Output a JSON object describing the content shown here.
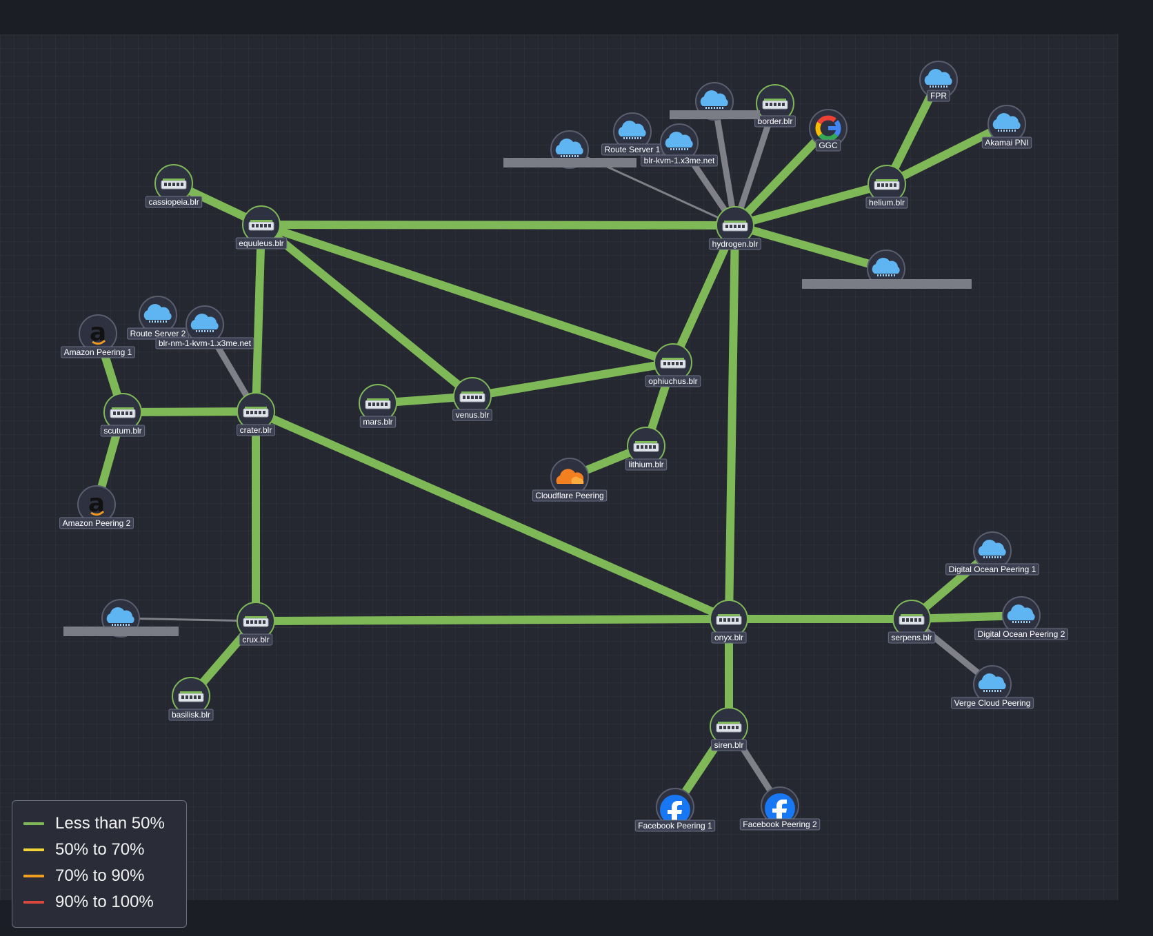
{
  "colors": {
    "background": "#1c1e26",
    "canvas": "#252731",
    "link_green": "#7fb957",
    "link_gray": "#7f8088",
    "node_fill": "#2e3140",
    "node_ring_green": "#7fb957",
    "node_ring_gray": "#5a5e6e",
    "label_bg": "#3c4051",
    "cloud": "#5fb4f2"
  },
  "nodes": {
    "cassiopeia": {
      "label": "cassiopeia.blr",
      "icon": "router-icon"
    },
    "equuleus": {
      "label": "equuleus.blr",
      "icon": "router-icon"
    },
    "hydrogen": {
      "label": "hydrogen.blr",
      "icon": "router-icon"
    },
    "border": {
      "label": "border.blr",
      "icon": "router-icon"
    },
    "cloud_redacted_top": {
      "label": "",
      "icon": "cloud-icon"
    },
    "route_server_1": {
      "label": "Route Server 1",
      "icon": "cloud-icon"
    },
    "blr_kvm": {
      "label": "blr-kvm-1.x3me.net",
      "icon": "cloud-icon"
    },
    "cloud_redacted_left": {
      "label": "",
      "icon": "cloud-icon"
    },
    "ggc": {
      "label": "GGC",
      "icon": "google-icon"
    },
    "fpr": {
      "label": "FPR",
      "icon": "cloud-icon"
    },
    "akamai": {
      "label": "Akamai PNI",
      "icon": "cloud-icon"
    },
    "helium": {
      "label": "helium.blr",
      "icon": "router-icon"
    },
    "cloud_redacted_right": {
      "label": "",
      "icon": "cloud-icon"
    },
    "amazon_1": {
      "label": "Amazon Peering 1",
      "icon": "amazon-icon"
    },
    "route_server_2": {
      "label": "Route Server 2",
      "icon": "cloud-icon"
    },
    "blr_nm": {
      "label": "blr-nm-1-kvm-1.x3me.net",
      "icon": "cloud-icon"
    },
    "scutum": {
      "label": "scutum.blr",
      "icon": "router-icon"
    },
    "crater": {
      "label": "crater.blr",
      "icon": "router-icon"
    },
    "mars": {
      "label": "mars.blr",
      "icon": "router-icon"
    },
    "venus": {
      "label": "venus.blr",
      "icon": "router-icon"
    },
    "ophiuchus": {
      "label": "ophiuchus.blr",
      "icon": "router-icon"
    },
    "lithium": {
      "label": "lithium.blr",
      "icon": "router-icon"
    },
    "cloudflare": {
      "label": "Cloudflare Peering",
      "icon": "cloudflare-icon"
    },
    "amazon_2": {
      "label": "Amazon Peering 2",
      "icon": "amazon-icon"
    },
    "cloud_redacted_bottom": {
      "label": "",
      "icon": "cloud-icon"
    },
    "crux": {
      "label": "crux.blr",
      "icon": "router-icon"
    },
    "basilisk": {
      "label": "basilisk.blr",
      "icon": "router-icon"
    },
    "onyx": {
      "label": "onyx.blr",
      "icon": "router-icon"
    },
    "serpens": {
      "label": "serpens.blr",
      "icon": "router-icon"
    },
    "do_1": {
      "label": "Digital Ocean Peering 1",
      "icon": "cloud-icon"
    },
    "do_2": {
      "label": "Digital Ocean Peering 2",
      "icon": "cloud-icon"
    },
    "verge": {
      "label": "Verge Cloud Peering",
      "icon": "cloud-icon"
    },
    "siren": {
      "label": "siren.blr",
      "icon": "router-icon"
    },
    "fb_1": {
      "label": "Facebook Peering 1",
      "icon": "facebook-icon"
    },
    "fb_2": {
      "label": "Facebook Peering 2",
      "icon": "facebook-icon"
    }
  },
  "links": [
    {
      "a": "cassiopeia",
      "b": "equuleus",
      "util": "green"
    },
    {
      "a": "equuleus",
      "b": "hydrogen",
      "util": "green"
    },
    {
      "a": "equuleus",
      "b": "crater",
      "util": "green"
    },
    {
      "a": "equuleus",
      "b": "venus",
      "util": "green"
    },
    {
      "a": "equuleus",
      "b": "ophiuchus",
      "util": "green"
    },
    {
      "a": "hydrogen",
      "b": "cloud_redacted_left",
      "util": "gray-thin"
    },
    {
      "a": "hydrogen",
      "b": "blr_kvm",
      "util": "gray"
    },
    {
      "a": "hydrogen",
      "b": "cloud_redacted_top",
      "util": "gray"
    },
    {
      "a": "hydrogen",
      "b": "border",
      "util": "gray"
    },
    {
      "a": "hydrogen",
      "b": "ggc",
      "util": "green"
    },
    {
      "a": "hydrogen",
      "b": "helium",
      "util": "green"
    },
    {
      "a": "hydrogen",
      "b": "cloud_redacted_right",
      "util": "green"
    },
    {
      "a": "hydrogen",
      "b": "ophiuchus",
      "util": "green"
    },
    {
      "a": "hydrogen",
      "b": "onyx",
      "util": "green"
    },
    {
      "a": "helium",
      "b": "fpr",
      "util": "green"
    },
    {
      "a": "helium",
      "b": "akamai",
      "util": "green"
    },
    {
      "a": "amazon_1",
      "b": "scutum",
      "util": "green"
    },
    {
      "a": "scutum",
      "b": "crater",
      "util": "green"
    },
    {
      "a": "scutum",
      "b": "amazon_2",
      "util": "green"
    },
    {
      "a": "blr_nm",
      "b": "crater",
      "util": "gray"
    },
    {
      "a": "crater",
      "b": "crux",
      "util": "green"
    },
    {
      "a": "crater",
      "b": "onyx",
      "util": "green"
    },
    {
      "a": "mars",
      "b": "venus",
      "util": "green"
    },
    {
      "a": "venus",
      "b": "ophiuchus",
      "util": "green"
    },
    {
      "a": "ophiuchus",
      "b": "lithium",
      "util": "green"
    },
    {
      "a": "lithium",
      "b": "cloudflare",
      "util": "green"
    },
    {
      "a": "cloud_redacted_bottom",
      "b": "crux",
      "util": "gray-thin"
    },
    {
      "a": "crux",
      "b": "basilisk",
      "util": "green"
    },
    {
      "a": "crux",
      "b": "onyx",
      "util": "green"
    },
    {
      "a": "onyx",
      "b": "serpens",
      "util": "green"
    },
    {
      "a": "onyx",
      "b": "siren",
      "util": "green"
    },
    {
      "a": "serpens",
      "b": "do_1",
      "util": "green"
    },
    {
      "a": "serpens",
      "b": "do_2",
      "util": "green"
    },
    {
      "a": "serpens",
      "b": "verge",
      "util": "gray"
    },
    {
      "a": "siren",
      "b": "fb_1",
      "util": "green"
    },
    {
      "a": "siren",
      "b": "fb_2",
      "util": "gray"
    }
  ],
  "legend": {
    "items": [
      {
        "label": "Less than 50%",
        "color": "#7fb957"
      },
      {
        "label": "50% to 70%",
        "color": "#f0d43a"
      },
      {
        "label": "70% to 90%",
        "color": "#f0a020"
      },
      {
        "label": "90% to 100%",
        "color": "#d9483b"
      }
    ]
  }
}
